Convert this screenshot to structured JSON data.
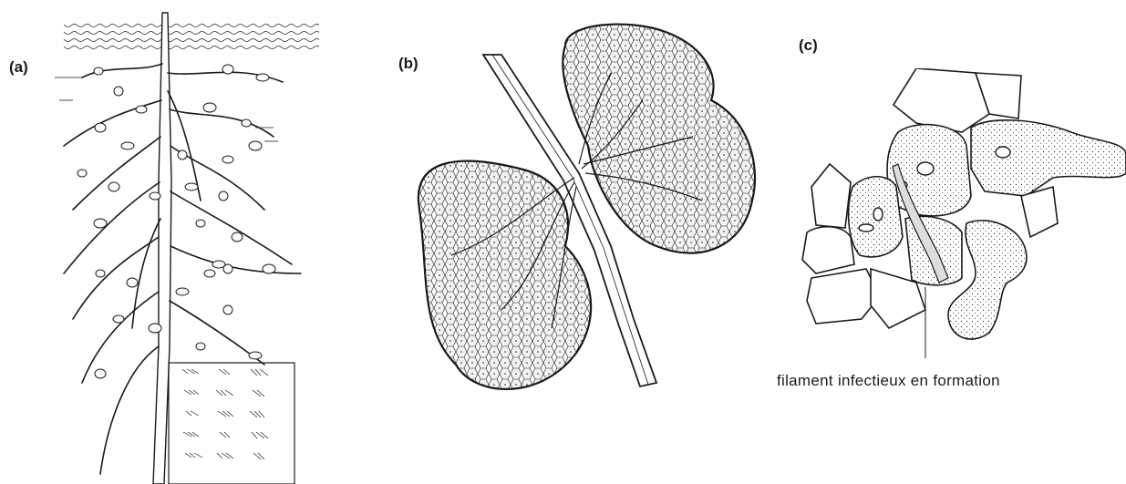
{
  "panels": {
    "a": {
      "label": "(a)"
    },
    "b": {
      "label": "(b)"
    },
    "c": {
      "label": "(c)",
      "annotation": "filament infectieux en formation"
    }
  },
  "colors": {
    "ink": "#1a1a1a",
    "paper": "#ffffff",
    "cell_fill": "#f4f4f4"
  }
}
